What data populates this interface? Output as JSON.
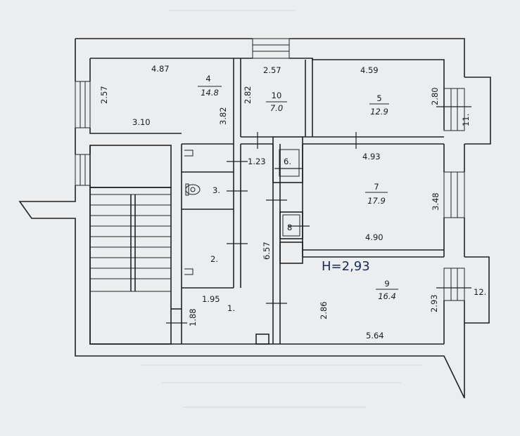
{
  "plan": {
    "height_note": "H=2,93",
    "rooms": [
      {
        "id": "4",
        "number": "4",
        "area": "14.8",
        "dims": [
          "4.87",
          "2.57",
          "3.10",
          "3.82"
        ]
      },
      {
        "id": "10",
        "number": "10",
        "area": "7.0",
        "dims": [
          "2.57",
          "2.82"
        ]
      },
      {
        "id": "5",
        "number": "5",
        "area": "12.9",
        "dims": [
          "4.59",
          "2.80"
        ]
      },
      {
        "id": "11",
        "number": "11."
      },
      {
        "id": "6",
        "number": "6.",
        "dims": [
          "1.23"
        ]
      },
      {
        "id": "7",
        "number": "7",
        "area": "17.9",
        "dims": [
          "4.93",
          "3.48",
          "4.90"
        ]
      },
      {
        "id": "3",
        "number": "3."
      },
      {
        "id": "8",
        "number": "8"
      },
      {
        "id": "2",
        "number": "2."
      },
      {
        "id": "1",
        "number": "1.",
        "dims": [
          "6.57",
          "1.95",
          "1.88"
        ]
      },
      {
        "id": "9",
        "number": "9",
        "area": "16.4",
        "dims": [
          "2.86",
          "2.93",
          "5.64"
        ]
      },
      {
        "id": "12",
        "number": "12."
      }
    ]
  }
}
